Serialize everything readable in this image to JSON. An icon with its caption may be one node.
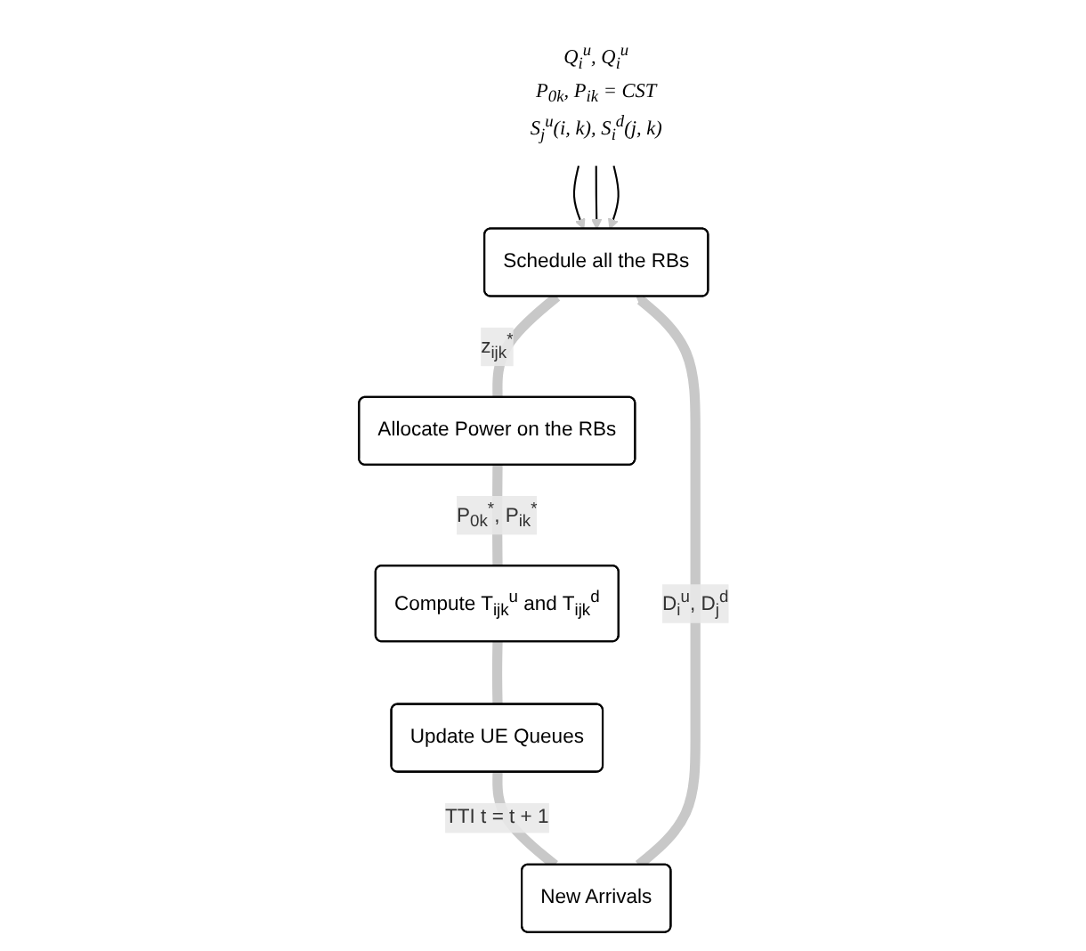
{
  "diagram": {
    "nodes": [
      {
        "text": [
          "Q$_{i}$$^{u}$, Q$_{i}$$^{u}$",
          "P$_{0k}$, P$_{ik}$ = CST",
          "S$_{j}$$^{u}$(i, k), S$_{i}$$^{d}$(j, k)"
        ]
      },
      {
        "text": [
          "Schedule all the RBs"
        ]
      },
      {
        "text": [
          "New Arrivals"
        ]
      },
      {
        "text": [
          "Allocate Power on the RBs"
        ]
      },
      {
        "text": [
          "Update UE Queues"
        ]
      },
      {
        "text": [
          "Compute T$_{ijk}$$^{u}$ and T$_{ijk}$$^{d}$"
        ]
      }
    ],
    "edges": [
      {
        "from": 0,
        "to": 1,
        "arrow": "to",
        "color": "#000000"
      },
      {
        "from": 0,
        "to": 1,
        "arrow": "to",
        "color": "#000000"
      },
      {
        "from": 0,
        "to": 1,
        "arrow": "to",
        "color": "#000000"
      },
      {
        "from": 1,
        "to": 3,
        "arrow": "none",
        "label": "z$_{ijk}$$^{*}$"
      },
      {
        "from": 3,
        "to": 5,
        "arrow": "none",
        "label": "P$_{0k}$$^{*}$, P$_{ik}$$^{*}$"
      },
      {
        "from": 5,
        "to": 4,
        "arrow": "none"
      },
      {
        "from": 4,
        "to": 2,
        "arrow": "none",
        "label": "TTI t = t + 1"
      },
      {
        "from": 2,
        "to": 1,
        "arrow": "to",
        "label": "D$_{i}$$^{u}$, D$_{j}$$^{d}$"
      }
    ]
  }
}
